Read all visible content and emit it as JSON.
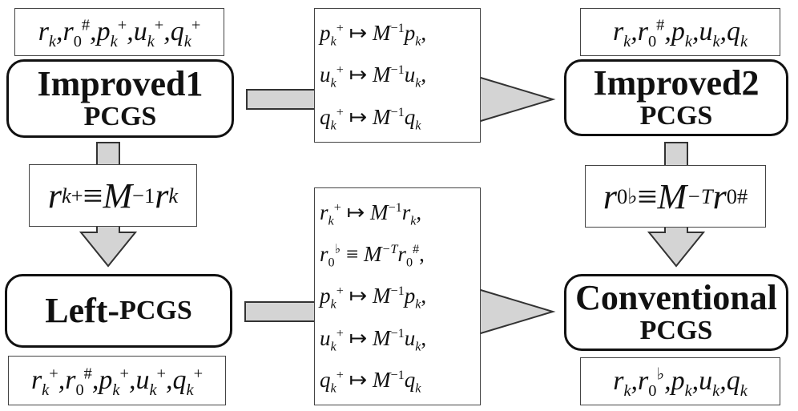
{
  "nodes": {
    "improved1": {
      "title": "Improved1",
      "subtitle": "PCGS"
    },
    "improved2": {
      "title": "Improved2",
      "subtitle": "PCGS"
    },
    "left": {
      "title_main": "Left-",
      "title_tail": "PCGS"
    },
    "conventional": {
      "title": "Conventional",
      "subtitle": "PCGS"
    }
  },
  "symbols": {
    "r": "r",
    "p": "p",
    "u": "u",
    "q": "q",
    "M": "M",
    "k": "k",
    "zero": "0",
    "plus": "+",
    "hash": "#",
    "flat": "♭",
    "inv": "−1",
    "invT": "−T",
    "mapsto": " ↦ ",
    "equiv": " ≡ ",
    "comma": ", "
  },
  "colors": {
    "arrow_fill": "#d4d4d4",
    "arrow_stroke": "#333333",
    "node_border": "#111111",
    "box_border": "#444444"
  }
}
